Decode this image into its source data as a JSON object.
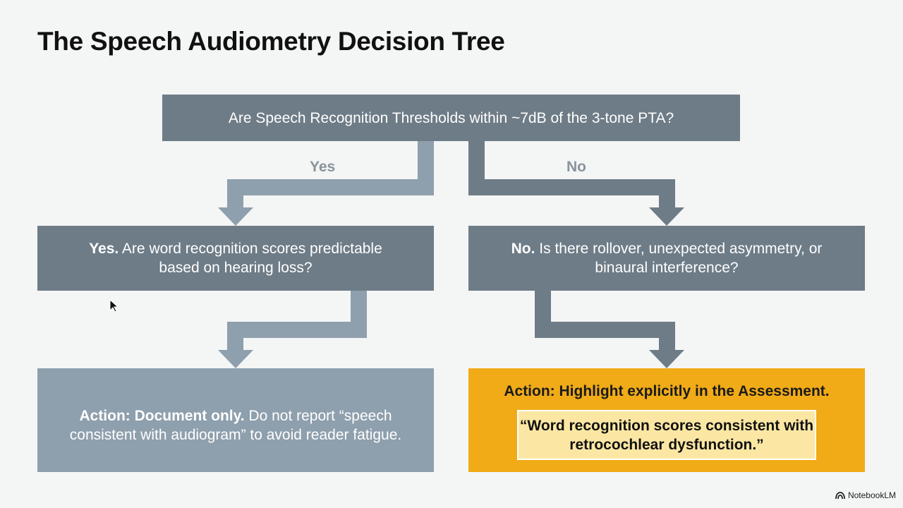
{
  "slide": {
    "title": "The Speech Audiometry Decision Tree"
  },
  "tree": {
    "root_question": "Are Speech Recognition Thresholds within ~7dB of the 3-tone PTA?",
    "yes_label": "Yes",
    "no_label": "No",
    "yes_branch": {
      "question_lead": "Yes.",
      "question_text": " Are word recognition scores predictable based on hearing loss?",
      "action_lead": "Action: Document only.",
      "action_text": " Do not report “speech consistent with audiogram” to avoid reader fatigue."
    },
    "no_branch": {
      "question_lead": "No.",
      "question_text": " Is there rollover, unexpected asymmetry, or binaural interference?",
      "action_heading": "Action: Highlight explicitly in the Assessment.",
      "action_quote": "“Word recognition scores consistent with retrocochlear dysfunction.”"
    }
  },
  "brand": {
    "name": "NotebookLM",
    "icon": "notebooklm-logo-icon"
  },
  "colors": {
    "question_box": "#6e7c87",
    "connector_yes": "#8e9fad",
    "connector_no": "#6e7c87",
    "action_yes": "#8e9fad",
    "action_no": "#f0ab17",
    "quote_box": "#fbe7a3"
  }
}
